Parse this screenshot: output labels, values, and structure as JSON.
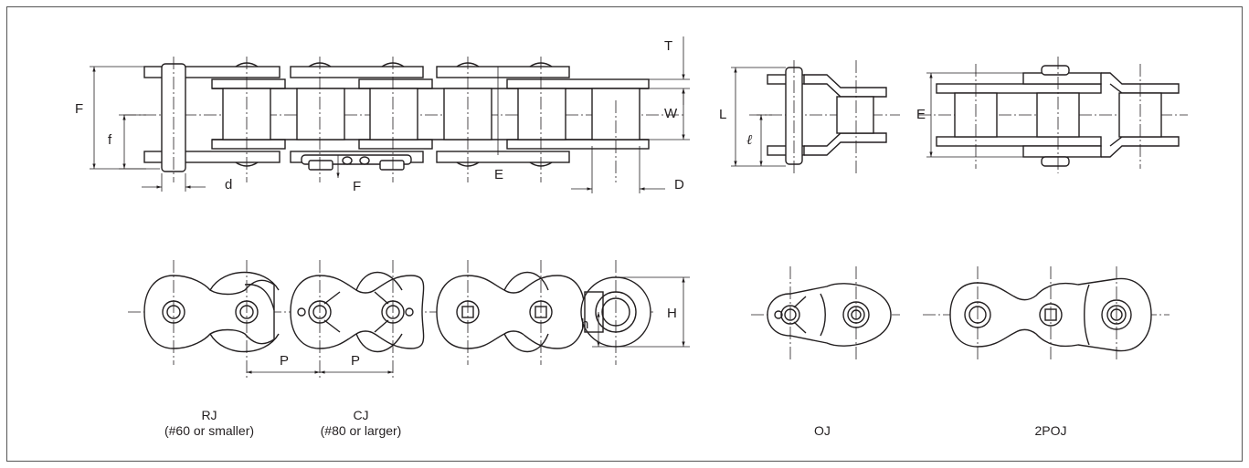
{
  "dimension_labels": {
    "F_top": "F",
    "f": "f",
    "d": "d",
    "F_bottom": "F",
    "E_bottom": "E",
    "T": "T",
    "W": "W",
    "D": "D",
    "L": "L",
    "ell": "ℓ",
    "E_right": "E",
    "H": "H",
    "h": "h",
    "P1": "P",
    "P2": "P"
  },
  "captions": {
    "rj": "RJ",
    "rj_note": "(#60 or smaller)",
    "cj": "CJ",
    "cj_note": "(#80 or larger)",
    "oj": "OJ",
    "twopoj": "2POJ"
  }
}
